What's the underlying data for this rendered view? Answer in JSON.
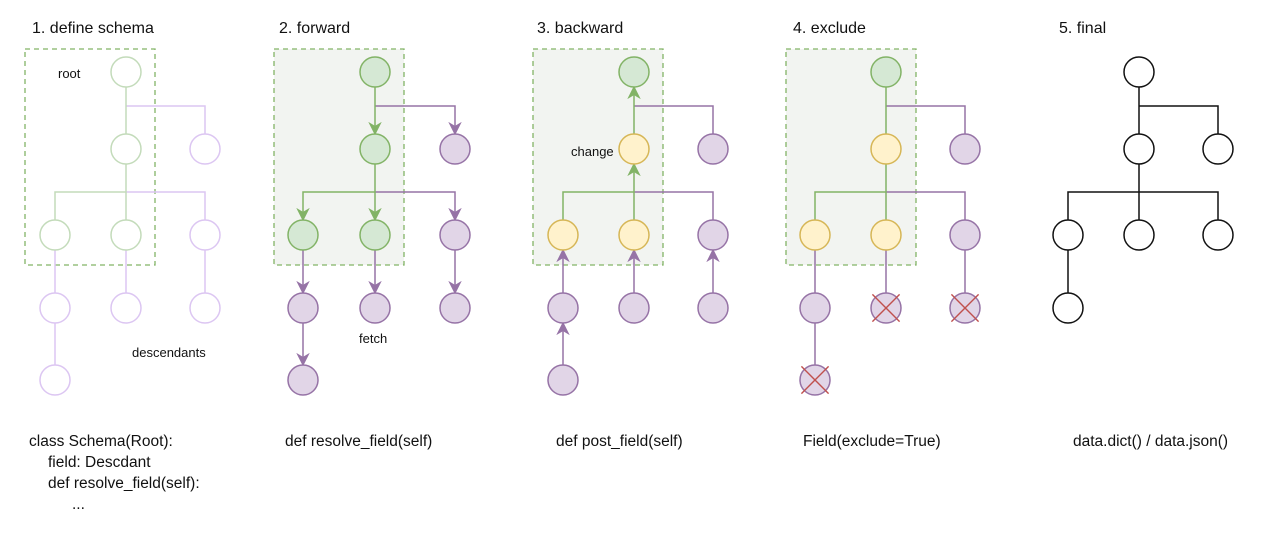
{
  "colors": {
    "green_stroke": "#82b366",
    "green_fill": "#d5e8d4",
    "yellow_stroke": "#d6b656",
    "yellow_fill": "#fff2cc",
    "purple_stroke": "#9673a6",
    "purple_fill": "#e1d5e7",
    "faded_green": "#c3dbba",
    "faded_purple": "#dcc6f2",
    "black": "#111111",
    "cross_red": "#c0504d",
    "box_fill": "#f2f4f1",
    "box_dash": "#82b366"
  },
  "panels": [
    {
      "id": "define-schema",
      "title": "1. define schema",
      "annotations": [
        {
          "text": "root",
          "anchor": "root"
        },
        {
          "text": "descendants",
          "anchor": "descendants"
        }
      ],
      "code_lines": [
        "class Schema(Root):",
        "field: Descdant",
        "def resolve_field(self):",
        "..."
      ],
      "style": "faded"
    },
    {
      "id": "forward",
      "title": "2. forward",
      "annotations": [
        {
          "text": "fetch",
          "anchor": "fetch"
        }
      ],
      "code_lines": [
        "def resolve_field(self)"
      ],
      "style": "forward"
    },
    {
      "id": "backward",
      "title": "3. backward",
      "annotations": [
        {
          "text": "change",
          "anchor": "change"
        }
      ],
      "code_lines": [
        "def post_field(self)"
      ],
      "style": "backward"
    },
    {
      "id": "exclude",
      "title": "4. exclude",
      "annotations": [],
      "code_lines": [
        "Field(exclude=True)"
      ],
      "style": "exclude"
    },
    {
      "id": "final",
      "title": "5. final",
      "annotations": [],
      "code_lines": [
        "data.dict() / data.json()"
      ],
      "style": "final"
    }
  ]
}
